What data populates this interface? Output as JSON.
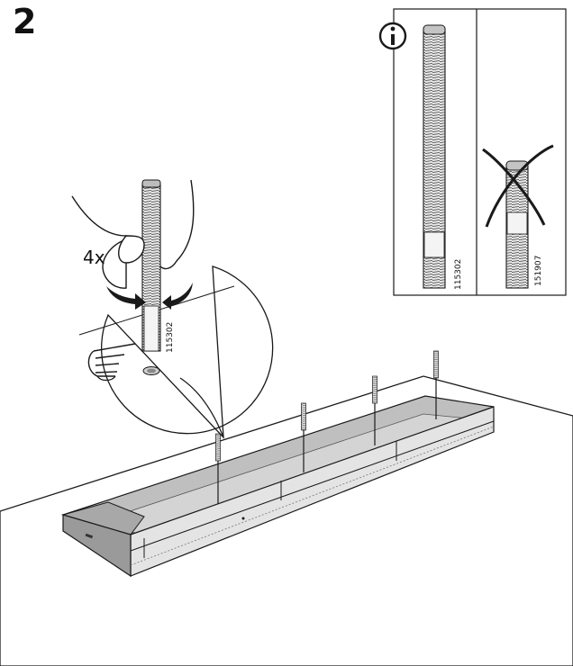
{
  "step": {
    "number": "2"
  },
  "detail_callout": {
    "quantity": "4x",
    "part_number": "115302"
  },
  "info_box": {
    "icon": "info-icon",
    "correct_part": {
      "part_number": "115302",
      "status": "correct"
    },
    "wrong_part": {
      "part_number": "151907",
      "status": "incorrect"
    }
  },
  "colors": {
    "line": "#1a1a1a",
    "shade": "#bdbdbd",
    "dark_shade": "#8a8a8a",
    "light_shade": "#d9d9d9"
  }
}
